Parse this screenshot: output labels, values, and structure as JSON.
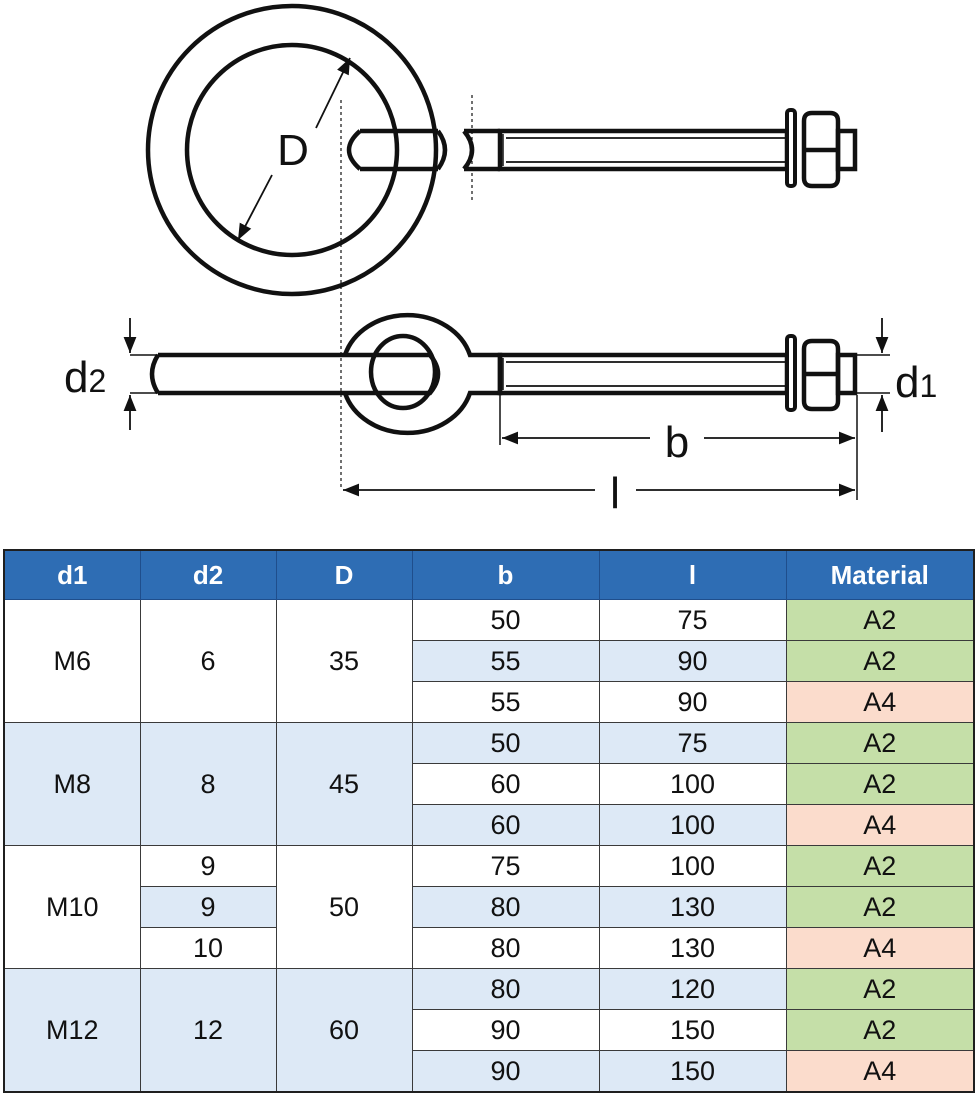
{
  "diagram": {
    "labels": {
      "D": "D",
      "d2_main": "d",
      "d2_sub": "2",
      "d1_main": "d",
      "d1_sub": "1",
      "b": "b",
      "l": "l"
    }
  },
  "colors": {
    "header_bg": "#2e6db4",
    "row_blue": "#dde9f6",
    "a2_green": "#c5dfa8",
    "a4_pink": "#fbdccc"
  },
  "table": {
    "headers": [
      "d1",
      "d2",
      "D",
      "b",
      "l",
      "Material"
    ],
    "groups": [
      {
        "d1": "M6",
        "d2": [
          "6"
        ],
        "D": "35",
        "rows": [
          {
            "b": "50",
            "l": "75",
            "material": "A2"
          },
          {
            "b": "55",
            "l": "90",
            "material": "A2"
          },
          {
            "b": "55",
            "l": "90",
            "material": "A4"
          }
        ]
      },
      {
        "d1": "M8",
        "d2": [
          "8"
        ],
        "D": "45",
        "rows": [
          {
            "b": "50",
            "l": "75",
            "material": "A2"
          },
          {
            "b": "60",
            "l": "100",
            "material": "A2"
          },
          {
            "b": "60",
            "l": "100",
            "material": "A4"
          }
        ]
      },
      {
        "d1": "M10",
        "d2": [
          "9",
          "9",
          "10"
        ],
        "D": "50",
        "rows": [
          {
            "b": "75",
            "l": "100",
            "material": "A2"
          },
          {
            "b": "80",
            "l": "130",
            "material": "A2"
          },
          {
            "b": "80",
            "l": "130",
            "material": "A4"
          }
        ]
      },
      {
        "d1": "M12",
        "d2": [
          "12"
        ],
        "D": "60",
        "rows": [
          {
            "b": "80",
            "l": "120",
            "material": "A2"
          },
          {
            "b": "90",
            "l": "150",
            "material": "A2"
          },
          {
            "b": "90",
            "l": "150",
            "material": "A4"
          }
        ]
      }
    ]
  }
}
